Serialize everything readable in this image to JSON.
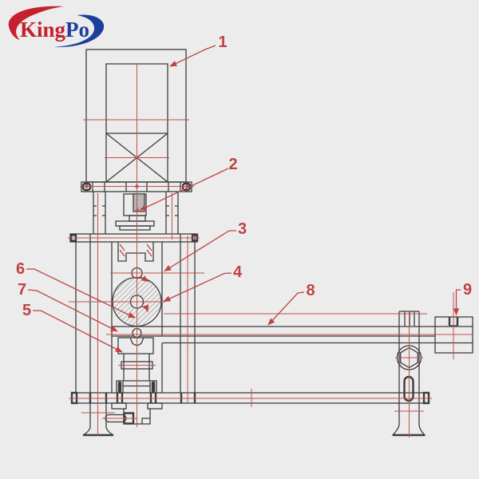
{
  "logo": {
    "king": "King",
    "po": "Po"
  },
  "colors": {
    "background": "#ececec",
    "line": "#3c3c3c",
    "centerline": "#c0504d",
    "annotation": "#bf4343",
    "hatch": "#707070",
    "logo_king": "#c5202e",
    "logo_po": "#1c3f9e"
  },
  "part_labels": [
    {
      "id": 1,
      "text": "1"
    },
    {
      "id": 2,
      "text": "2"
    },
    {
      "id": 3,
      "text": "3"
    },
    {
      "id": 4,
      "text": "4"
    },
    {
      "id": 5,
      "text": "5"
    },
    {
      "id": 6,
      "text": "6"
    },
    {
      "id": 7,
      "text": "7"
    },
    {
      "id": 8,
      "text": "8"
    },
    {
      "id": 9,
      "text": "9"
    }
  ]
}
